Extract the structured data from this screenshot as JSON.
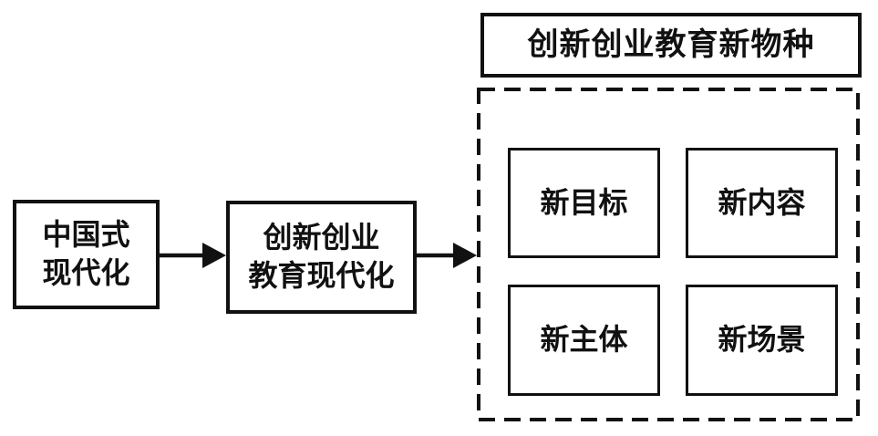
{
  "canvas": {
    "background_color": "#ffffff",
    "line_color": "#111111",
    "text_color": "#111111"
  },
  "nodes": {
    "left": {
      "line1": "中国式",
      "line2": "现代化"
    },
    "middle": {
      "line1": "创新创业",
      "line2": "教育现代化"
    },
    "title": {
      "label": "创新创业教育新物种"
    },
    "grid": [
      {
        "label": "新目标"
      },
      {
        "label": "新内容"
      },
      {
        "label": "新主体"
      },
      {
        "label": "新场景"
      }
    ]
  },
  "arrows": [
    {
      "from": "left-box",
      "to": "middle-box"
    },
    {
      "from": "middle-box",
      "to": "dashed-container"
    }
  ]
}
